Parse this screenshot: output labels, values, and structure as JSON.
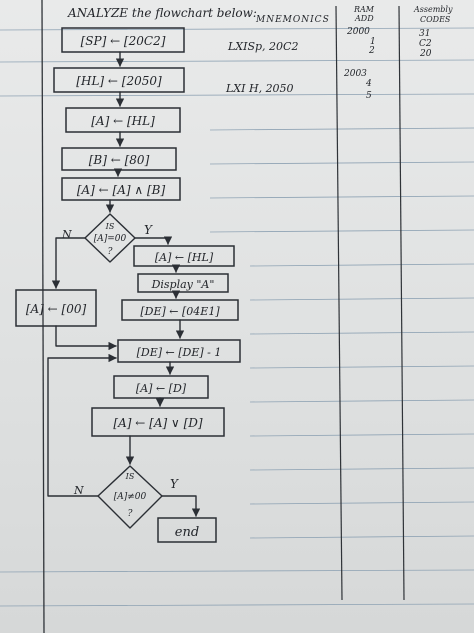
{
  "header": {
    "instruction": "ANALYZE the flowchart below:",
    "col_mnemonics": "MNEMONICS",
    "col_ram": [
      "RAM",
      "ADD"
    ],
    "col_codes": [
      "Assembly",
      "CODES"
    ]
  },
  "table": {
    "rows": [
      {
        "mnemonic": "LXISp, 20C2",
        "ram": [
          "2000",
          "1",
          "2"
        ],
        "codes": [
          "31",
          "C2",
          "20"
        ]
      },
      {
        "mnemonic": "LXI  H, 2050",
        "ram": [
          "2003",
          "4",
          "5"
        ],
        "codes": []
      }
    ]
  },
  "flowchart": {
    "boxes": {
      "load_sp": "[SP] ← [20C2]",
      "load_hl": "[HL] ← [2050]",
      "a_hl": "[A] ← [HL]",
      "b_80": "[B] ← [80]",
      "a_and_b": "[A] ← [A] ∧ [B]",
      "a_hl_2": "[A] ← [HL]",
      "display_a": "Display \"A\"",
      "de_04e1": "[DE] ← [04E1]",
      "a_00": "[A] ← [00]",
      "de_dec": "[DE] ← [DE] - 1",
      "a_d": "[A] ← [D]",
      "a_or_d": "[A] ← [A] ∨ [D]",
      "end": "end"
    },
    "decision1": {
      "lines": [
        "IS",
        "[A]=00",
        "?"
      ],
      "no_label": "N",
      "yes_label": "Y"
    },
    "decision2": {
      "lines": [
        "IS",
        "[A]≠00",
        "?"
      ],
      "no_label": "N",
      "yes_label": "Y"
    }
  }
}
